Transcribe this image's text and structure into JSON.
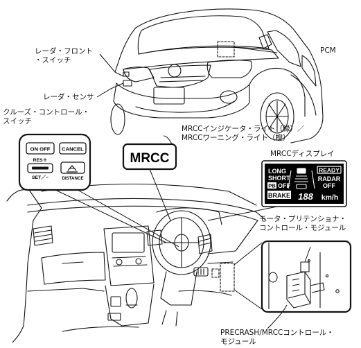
{
  "labels": {
    "radar_front_switch_1": "レーダ・フロント",
    "radar_front_switch_2": "・スイッチ",
    "radar_sensor": "レーダ・センサ",
    "cruise_control_switch_1": "クルーズ・コントロール・",
    "cruise_control_switch_2": "スイッチ",
    "pcm": "PCM",
    "mrcc_indicator_1": "MRCCインジケータ・ライト（緑）／",
    "mrcc_indicator_2": "MRCCワーニング・ライト（橙）",
    "mrcc_display": "MRCCディスプレイ",
    "motor_pretensioner_1": "モータ・プリテンショナ・",
    "motor_pretensioner_2": "コントロール・モジュール",
    "precrash_module_1": "PRECRASH/MRCCコントロール・",
    "precrash_module_2": "モジュール"
  },
  "mrcc_badge": "MRCC",
  "cruise_switch_buttons": {
    "on_off": "ON OFF",
    "cancel": "CANCEL",
    "res": "RES＋",
    "set": "SET／−",
    "distance": "DISTANCE"
  },
  "mrcc_display_panel": {
    "long": "LONG",
    "short": "SHORT",
    "pb": "PB",
    "off_pb": "OFF",
    "brake": "BRAKE",
    "ready": "READY",
    "radar": "RADAR",
    "radar_off": "OFF",
    "digits": "188",
    "unit": "km/h"
  }
}
